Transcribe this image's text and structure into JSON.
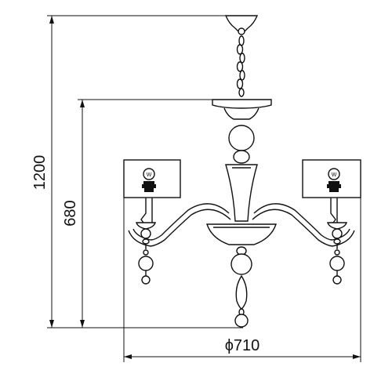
{
  "dimensions": {
    "total_height": "1200",
    "frame_height": "680",
    "diameter": "ϕ710"
  },
  "colors": {
    "line": "#111111",
    "background": "#ffffff"
  },
  "bulb_marks": {
    "left": "W",
    "right": "W"
  }
}
